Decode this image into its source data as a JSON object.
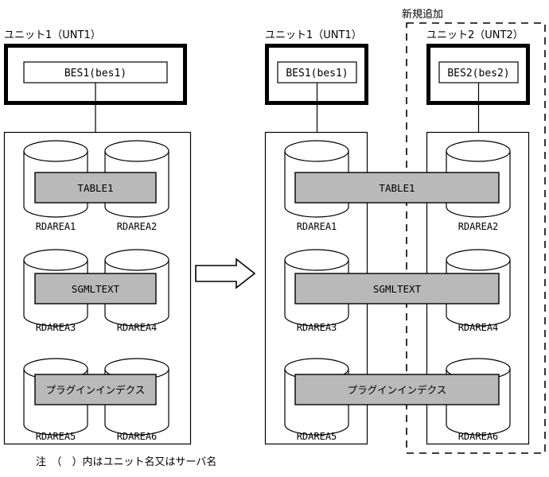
{
  "diagram": {
    "title_note": "注　（　）内はユニット名又はサーバ名",
    "new_addition_label": "新規追加",
    "colors": {
      "table_bar_fill": "#b9b9b9",
      "stroke": "#000000",
      "background": "#ffffff"
    },
    "before": {
      "unit_title": "ユニット1（UNT1）",
      "server_label": "BES1(bes1)",
      "rows": [
        {
          "bar_label": "TABLE1",
          "areas": [
            "RDAREA1",
            "RDAREA2"
          ]
        },
        {
          "bar_label": "SGMLTEXT",
          "areas": [
            "RDAREA3",
            "RDAREA4"
          ]
        },
        {
          "bar_label": "プラグインインデクス",
          "areas": [
            "RDAREA5",
            "RDAREA6"
          ]
        }
      ]
    },
    "after": {
      "units": [
        {
          "unit_title": "ユニット1（UNT1）",
          "server_label": "BES1(bes1)"
        },
        {
          "unit_title": "ユニット2（UNT2）",
          "server_label": "BES2(bes2)"
        }
      ],
      "rows": [
        {
          "bar_label": "TABLE1",
          "areas": [
            "RDAREA1",
            "RDAREA2"
          ]
        },
        {
          "bar_label": "SGMLTEXT",
          "areas": [
            "RDAREA3",
            "RDAREA4"
          ]
        },
        {
          "bar_label": "プラグインインデクス",
          "areas": [
            "RDAREA5",
            "RDAREA6"
          ]
        }
      ]
    },
    "transition_arrow": "right-arrow"
  }
}
